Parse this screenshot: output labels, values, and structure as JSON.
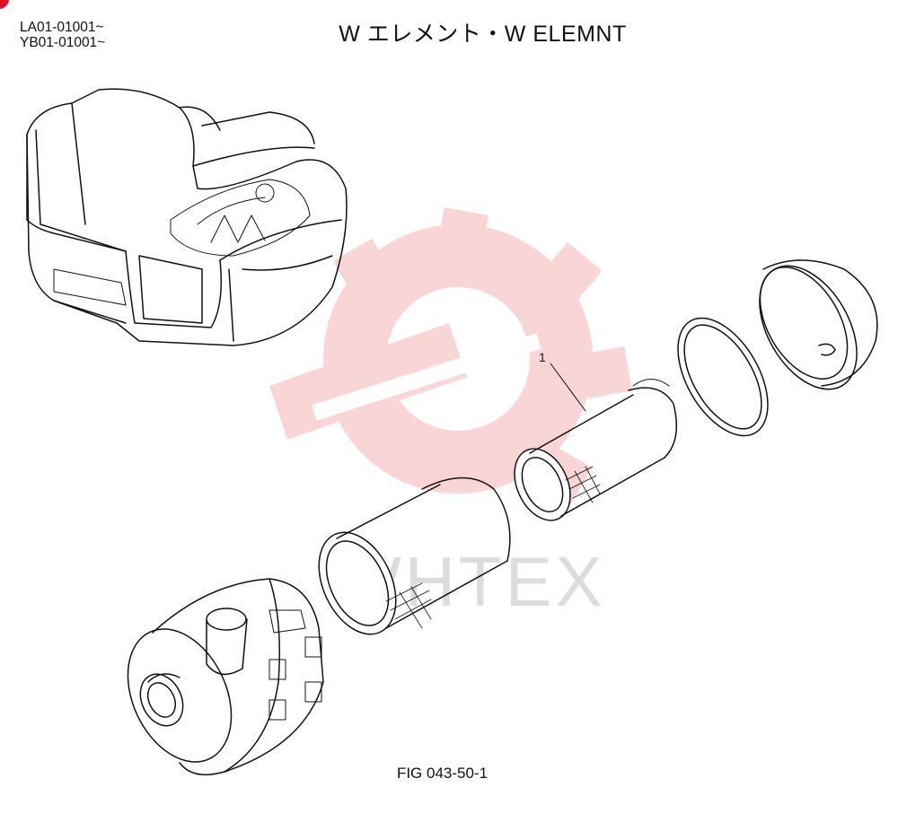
{
  "header": {
    "serial_lines": [
      "LA01-01001~",
      "YB01-01001~"
    ],
    "title": "W エレメント・W ELEMNT"
  },
  "diagram": {
    "part_callouts": [
      {
        "label": "1"
      }
    ],
    "watermark": {
      "text": "WHTEX",
      "icon": "gear-wrench-logo",
      "color": "#f08a8a"
    }
  },
  "footer": {
    "figure_label": "FIG 043-50-1"
  },
  "colors": {
    "accent": "#e0102a",
    "line": "#111111"
  }
}
